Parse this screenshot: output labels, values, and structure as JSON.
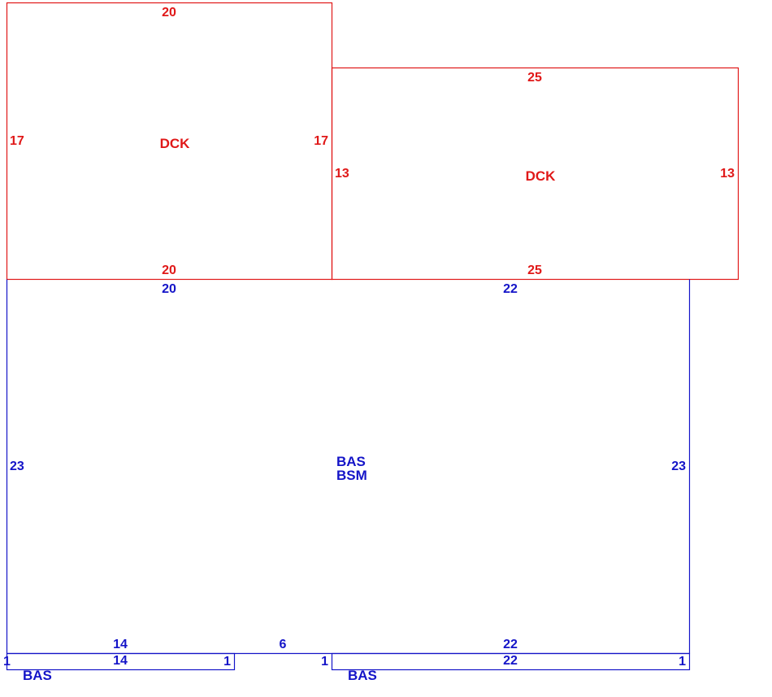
{
  "colors": {
    "deck": "#e01818",
    "base": "#1414c8",
    "background": "#ffffff"
  },
  "deck_left": {
    "label": "DCK",
    "top": "20",
    "bottom": "20",
    "left": "17",
    "right": "17"
  },
  "deck_right": {
    "label": "DCK",
    "top": "25",
    "bottom": "25",
    "left": "13",
    "right": "13"
  },
  "main_area": {
    "label_line1": "BAS",
    "label_line2": "BSM",
    "top_left": "20",
    "top_right": "22",
    "left": "23",
    "right": "23",
    "bottom_left": "14",
    "bottom_middle": "6",
    "bottom_right": "22"
  },
  "strip_left": {
    "label": "BAS",
    "top": "14",
    "left": "1",
    "right": "1"
  },
  "strip_right": {
    "label": "BAS",
    "top": "22",
    "left": "1",
    "right": "1"
  }
}
